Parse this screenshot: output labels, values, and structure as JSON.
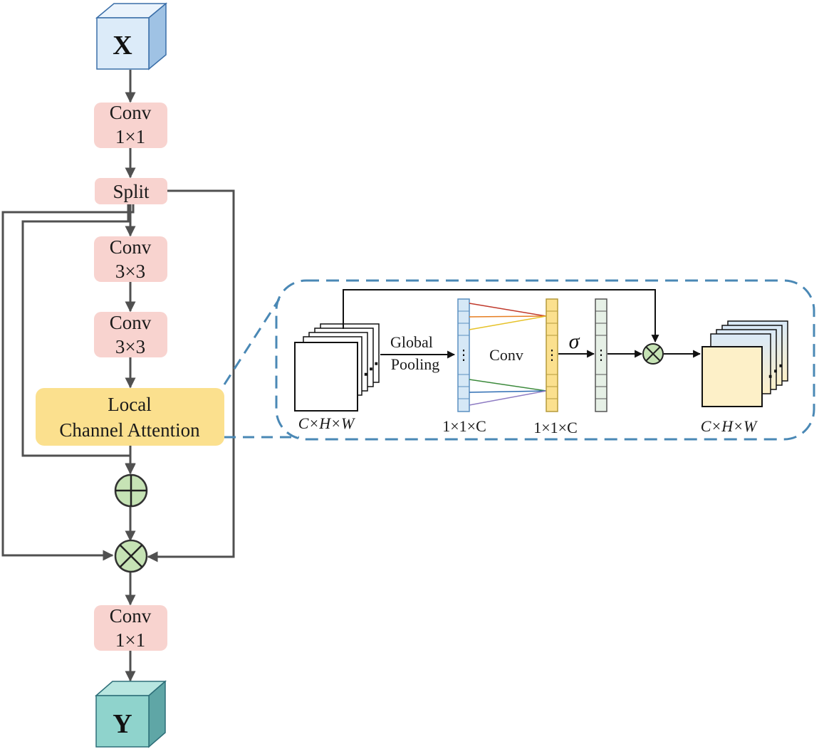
{
  "input_label": "X",
  "output_label": "Y",
  "conv1_line1": "Conv",
  "conv1_line2": "1×1",
  "split_label": "Split",
  "conv2_line1": "Conv",
  "conv2_line2": "3×3",
  "conv3_line1": "Conv",
  "conv3_line2": "3×3",
  "lca_line1": "Local",
  "lca_line2": "Channel Attention",
  "conv4_line1": "Conv",
  "conv4_line2": "1×1",
  "detail": {
    "input_dims": "C×H×W",
    "pool_line1": "Global",
    "pool_line2": "Pooling",
    "vec1_dims": "1×1×C",
    "conv_label": "Conv",
    "vec2_dims": "1×1×C",
    "sigma": "σ",
    "output_dims": "C×H×W"
  },
  "colors": {
    "input_cube": "#dcebf9",
    "output_cube": "#8fd3cc",
    "conv_box": "#f8d3cf",
    "lca_box": "#fbe08e",
    "op_circle": "#c6e3b5",
    "dashed_border": "#4a88b5",
    "vec_blue": "#d6e8f6",
    "vec_yellow": "#fbe08e",
    "vec_light": "#e6f0e6"
  }
}
